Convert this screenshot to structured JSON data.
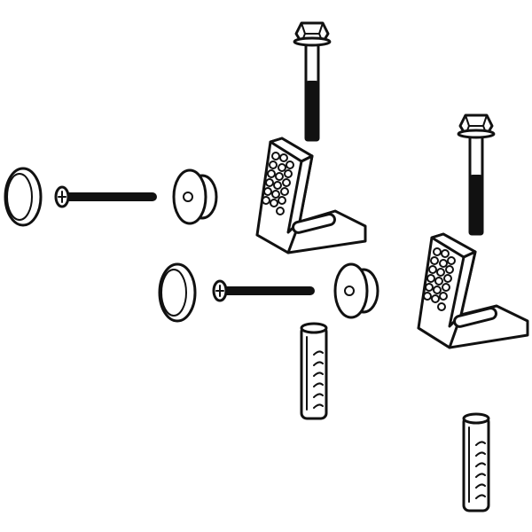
{
  "diagram": {
    "title": "",
    "background": "#ffffff",
    "line_color": "#111111",
    "parts": [
      {
        "id": "hex-bolt-1",
        "type": "hex-head bolt"
      },
      {
        "id": "hex-bolt-2",
        "type": "hex-head bolt"
      },
      {
        "id": "angle-bracket-1",
        "type": "L-shaped mounting bracket with hole pattern"
      },
      {
        "id": "angle-bracket-2",
        "type": "L-shaped mounting bracket with hole pattern"
      },
      {
        "id": "cover-cap-1",
        "type": "round cover cap"
      },
      {
        "id": "cover-cap-2",
        "type": "round cover cap"
      },
      {
        "id": "machine-screw-1",
        "type": "long threaded screw"
      },
      {
        "id": "machine-screw-2",
        "type": "long threaded screw"
      },
      {
        "id": "sleeve-bushing-1",
        "type": "stepped bushing"
      },
      {
        "id": "sleeve-bushing-2",
        "type": "stepped bushing"
      },
      {
        "id": "wall-anchor-1",
        "type": "wall plug / dowel"
      },
      {
        "id": "wall-anchor-2",
        "type": "wall plug / dowel"
      }
    ]
  }
}
